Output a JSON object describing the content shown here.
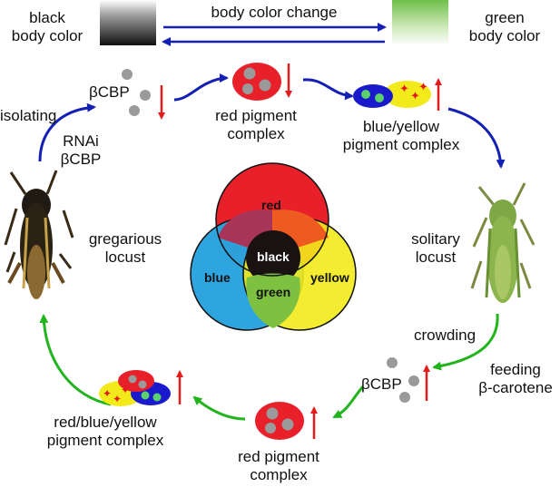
{
  "header": {
    "left_label_line1": "black",
    "left_label_line2": "body color",
    "arrow_label": "body color change",
    "right_label_line1": "green",
    "right_label_line2": "body color"
  },
  "top_cycle": {
    "isolating": "isolating",
    "rnai_line1": "RNAi",
    "rnai_line2": "βCBP",
    "bcbp": "βCBP",
    "red_pigment_line1": "red pigment",
    "red_pigment_line2": "complex",
    "blue_yellow_line1": "blue/yellow",
    "blue_yellow_line2": "pigment complex"
  },
  "left_locust": {
    "line1": "gregarious",
    "line2": "locust"
  },
  "right_locust": {
    "line1": "solitary",
    "line2": "locust"
  },
  "venn": {
    "red": "red",
    "blue": "blue",
    "yellow": "yellow",
    "black": "black",
    "green": "green"
  },
  "bottom_cycle": {
    "crowding": "crowding",
    "feeding_line1": "feeding",
    "feeding_line2": "β-carotene",
    "bcbp": "βCBP",
    "red_pigment_line1": "red pigment",
    "red_pigment_line2": "complex",
    "rby_line1": "red/blue/yellow",
    "rby_line2": "pigment complex"
  },
  "colors": {
    "red": "#e8202a",
    "blue": "#2aa3dd",
    "yellow": "#f2ea1a",
    "arrow_blue": "#1420b4",
    "arrow_green": "#22b41e",
    "arrow_red": "#e21b1b"
  }
}
